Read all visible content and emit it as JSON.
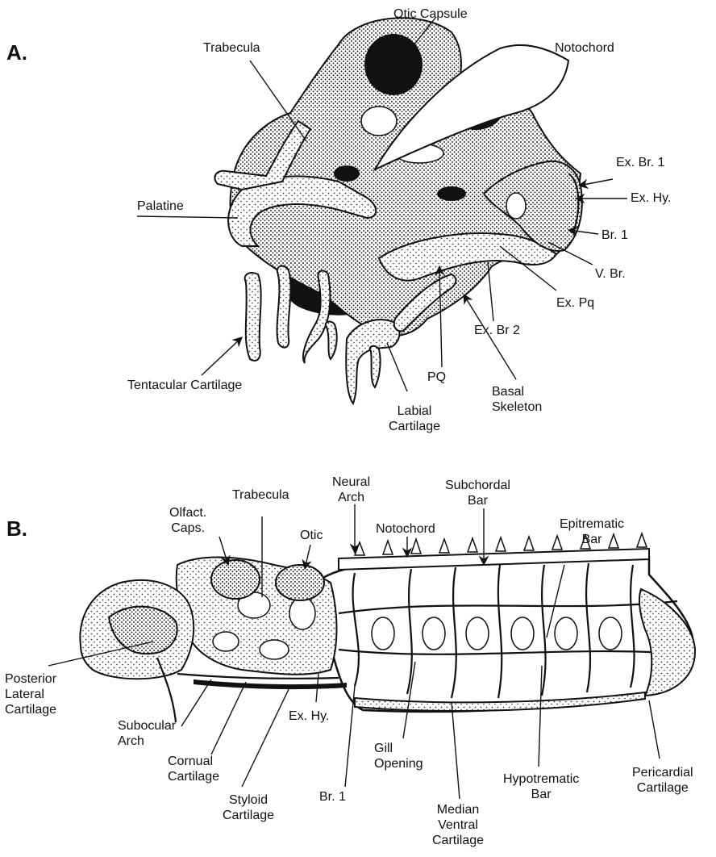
{
  "panels": {
    "a": {
      "letter": "A.",
      "labels": {
        "otic_capsule": "Otic Capsule",
        "trabecula": "Trabecula",
        "notochord": "Notochord",
        "ex_br_1": "Ex. Br. 1",
        "ex_hy": "Ex. Hy.",
        "palatine": "Palatine",
        "br_1": "Br. 1",
        "v_br": "V. Br.",
        "ex_pq": "Ex. Pq",
        "ex_br_2": "Ex. Br 2",
        "tentacular_cartilage": "Tentacular Cartilage",
        "pq": "PQ",
        "basal_skeleton": "Basal\nSkeleton",
        "labial_cartilage": "Labial\nCartilage"
      }
    },
    "b": {
      "letter": "B.",
      "labels": {
        "neural_arch": "Neural\nArch",
        "subchordal_bar": "Subchordal\nBar",
        "olfact_caps": "Olfact.\nCaps.",
        "trabecula": "Trabecula",
        "notochord": "Notochord",
        "epitrematic_bar": "Epitrematic\nBar",
        "otic": "Otic",
        "posterior_lateral_cartilage": "Posterior\nLateral\nCartilage",
        "subocular_arch": "Subocular\nArch",
        "ex_hy": "Ex. Hy.",
        "cornual_cartilage": "Cornual\nCartilage",
        "gill_opening": "Gill\nOpening",
        "hypotrematic_bar": "Hypotrematic\nBar",
        "pericardial_cartilage": "Pericardial\nCartilage",
        "styloid_cartilage": "Styloid\nCartilage",
        "br_1": "Br. 1",
        "median_ventral_cartilage": "Median\nVentral\nCartilage"
      }
    }
  }
}
